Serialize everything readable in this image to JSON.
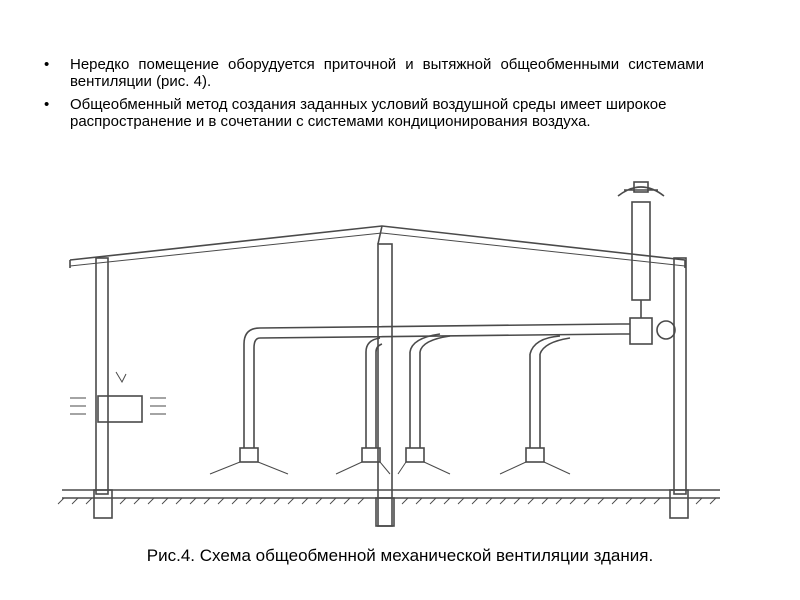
{
  "slide": {
    "bullets": [
      "Нередко помещение оборудуется приточной и вытяжной общеобменными системами вентиляции (рис. 4).",
      "Общеобменный метод создания заданных условий воздушной среды имеет широкое распространение и в сочетании с системами кондиционирования воздуха."
    ],
    "caption": "Рис.4. Схема общеобменной механической вентиляции здания."
  },
  "colors": {
    "background": "#ffffff",
    "text": "#000000",
    "drawing_line": "#4a4a4a"
  }
}
